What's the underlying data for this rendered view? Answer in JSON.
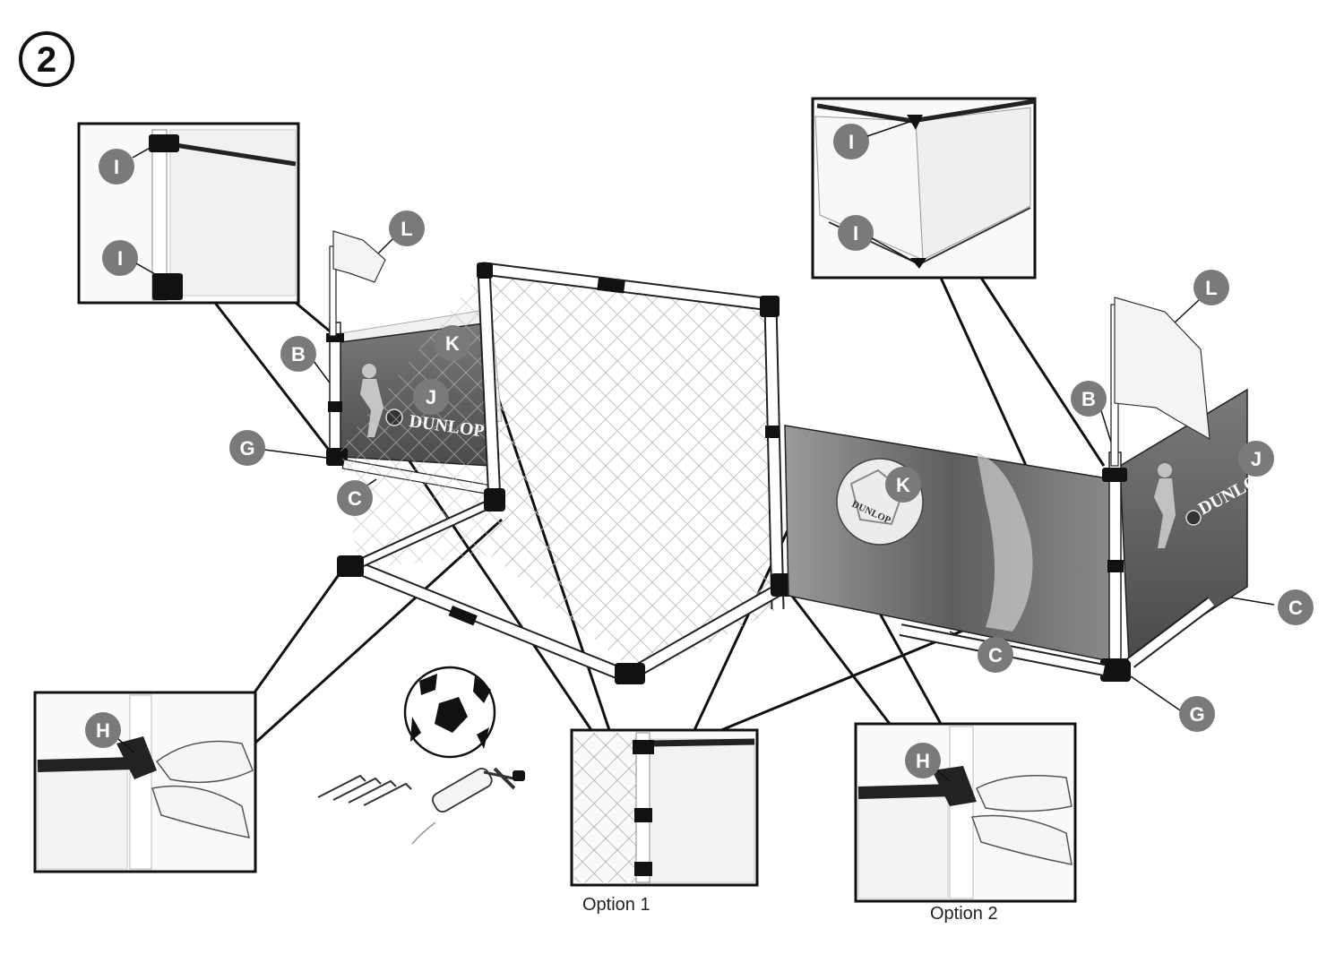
{
  "step_number": "2",
  "brand_text": "DUNLOP",
  "captions": {
    "option1": "Option 1",
    "option2": "Option 2"
  },
  "colors": {
    "callout": "#7a7a7a",
    "line": "#111111",
    "panel": "#6b6b6b"
  },
  "callouts": {
    "L_left": "L",
    "B_left": "B",
    "G_left": "G",
    "C_left": "C",
    "K_left": "K",
    "J_left": "J",
    "I_inset1_top": "I",
    "I_inset1_bottom": "I",
    "I_inset2_top": "I",
    "I_inset2_bottom": "I",
    "L_right": "L",
    "B_right": "B",
    "J_right": "J",
    "K_right": "K",
    "C_right1": "C",
    "C_right2": "C",
    "G_right": "G",
    "H_inset_left": "H",
    "H_inset_right": "H"
  }
}
